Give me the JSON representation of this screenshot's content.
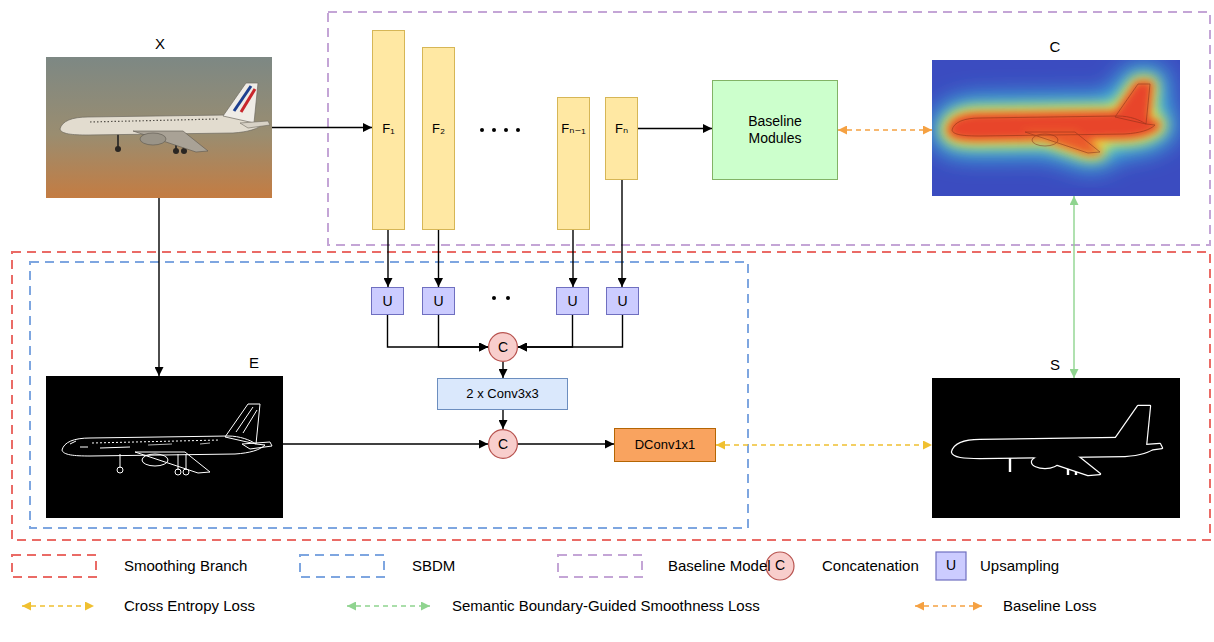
{
  "diagram": {
    "nodes": [
      {
        "text": [
          "X"
        ]
      },
      {
        "text": [
          "F₁"
        ]
      },
      {
        "text": [
          "F₂"
        ]
      },
      {
        "text": [
          "Fₙ₋₁"
        ]
      },
      {
        "text": [
          "Fₙ"
        ]
      },
      {
        "text": [
          "Baseline Modules"
        ]
      },
      {
        "text": [
          "C"
        ]
      },
      {
        "text": [
          "U"
        ]
      },
      {
        "text": [
          "U"
        ]
      },
      {
        "text": [
          "U"
        ]
      },
      {
        "text": [
          "U"
        ]
      },
      {
        "text": [
          "C"
        ]
      },
      {
        "text": [
          "2 x Conv3x3"
        ]
      },
      {
        "text": [
          "E"
        ]
      },
      {
        "text": [
          "C"
        ]
      },
      {
        "text": [
          "DConv1x1"
        ]
      },
      {
        "text": [
          "S"
        ]
      }
    ],
    "edges": [
      {
        "from": 0,
        "to": 1,
        "arrow": "to"
      },
      {
        "from": 4,
        "to": 5,
        "arrow": "to"
      },
      {
        "from": 5,
        "to": 6,
        "arrow": "both"
      },
      {
        "from": 0,
        "to": 13,
        "arrow": "to"
      },
      {
        "from": 1,
        "to": 7,
        "arrow": "to"
      },
      {
        "from": 2,
        "to": 8,
        "arrow": "to"
      },
      {
        "from": 3,
        "to": 9,
        "arrow": "to"
      },
      {
        "from": 4,
        "to": 10,
        "arrow": "to"
      },
      {
        "from": 7,
        "to": 11,
        "arrow": "to"
      },
      {
        "from": 8,
        "to": 11,
        "arrow": "to"
      },
      {
        "from": 9,
        "to": 11,
        "arrow": "to"
      },
      {
        "from": 10,
        "to": 11,
        "arrow": "to"
      },
      {
        "from": 11,
        "to": 12,
        "arrow": "to"
      },
      {
        "from": 12,
        "to": 14,
        "arrow": "to"
      },
      {
        "from": 13,
        "to": 14,
        "arrow": "to"
      },
      {
        "from": 14,
        "to": 15,
        "arrow": "to"
      },
      {
        "from": 15,
        "to": 16,
        "arrow": "both"
      },
      {
        "from": 6,
        "to": 16,
        "arrow": "both"
      }
    ],
    "labels": [
      "C",
      "U"
    ],
    "legend": [
      {
        "text": "Smoothing Branch"
      },
      {
        "text": "SBDM"
      },
      {
        "text": "Baseline Model"
      },
      {
        "text": "Concatenation"
      },
      {
        "text": "Upsampling"
      },
      {
        "text": "Cross Entropy Loss"
      },
      {
        "text": "Semantic Boundary-Guided Smoothness Loss"
      },
      {
        "text": "Baseline Loss"
      }
    ]
  }
}
